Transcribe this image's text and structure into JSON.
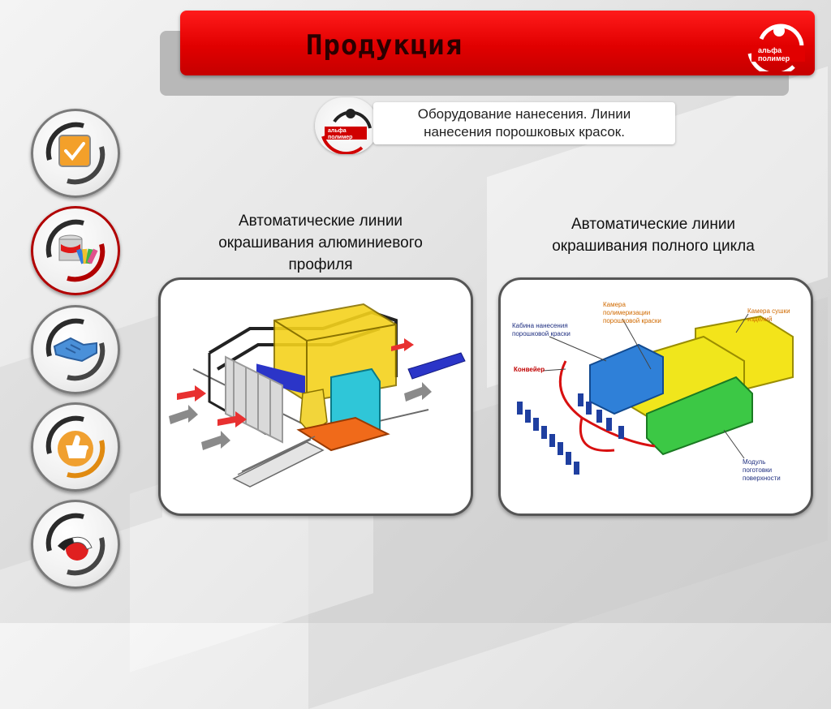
{
  "header": {
    "title": "Продукция"
  },
  "logo": {
    "line1": "альфа",
    "line2": "полимер"
  },
  "subtitle": {
    "line1": "Оборудование нанесения. Линии",
    "line2": "нанесения порошковых красок."
  },
  "captions": {
    "left": {
      "line1": "Автоматические линии",
      "line2": "окрашивания алюминиевого",
      "line3": "профиля"
    },
    "right": {
      "line1": "Автоматические линии",
      "line2": "окрашивания полного цикла"
    }
  },
  "diagram_labels": {
    "booth": {
      "line1": "Кабина нанесения",
      "line2": "порошковой краски"
    },
    "chamber": {
      "line1": "Камера",
      "line2": "полимеризации",
      "line3": "порошковой краски"
    },
    "dryer": {
      "line1": "Камера сушки",
      "line2": "изделий"
    },
    "conveyor": "Конвейер",
    "module": {
      "line1": "Модуль",
      "line2": "поготовки",
      "line3": "поверхности"
    }
  },
  "nav": [
    {
      "name": "checkmark",
      "icon": "checkmark-icon"
    },
    {
      "name": "paint",
      "icon": "paint-can-icon"
    },
    {
      "name": "handshake",
      "icon": "handshake-icon"
    },
    {
      "name": "thumbs-up",
      "icon": "thumbs-up-icon"
    },
    {
      "name": "phone",
      "icon": "phone-icon"
    }
  ],
  "colors": {
    "brand_red": "#e10000",
    "accent_orange": "#f0a030"
  }
}
